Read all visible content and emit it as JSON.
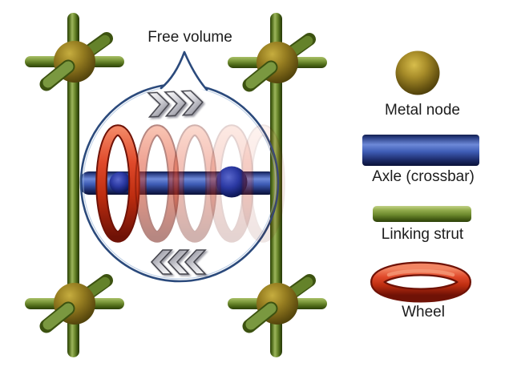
{
  "diagram": {
    "free_volume_label": "Free volume",
    "icons": {
      "chevrons_right": "right-pointing triple chevron (wheel shuttling direction)",
      "chevrons_left": "left-pointing triple chevron (wheel shuttling direction)"
    }
  },
  "legend": {
    "items": [
      {
        "icon": "metal-node-sphere",
        "label": "Metal node",
        "color": "#8a7118"
      },
      {
        "icon": "axle-bar",
        "label": "Axle (crossbar)",
        "color": "#3e5cb5"
      },
      {
        "icon": "linking-strut-bar",
        "label": "Linking strut",
        "color": "#6d8a2e"
      },
      {
        "icon": "wheel-ring",
        "label": "Wheel",
        "color": "#d23a1e"
      }
    ]
  },
  "colors": {
    "background": "#ffffff",
    "metal_node_gold": "#8a7118",
    "axle_blue": "#3e5cb5",
    "stopper_blue": "#1c2a7a",
    "strut_green": "#6d8a2e",
    "wheel_red": "#d23a1e",
    "bubble_outline_navy": "#2b4a7c",
    "chevron_silver": "#d4d4da",
    "text": "#1c1c1c"
  }
}
